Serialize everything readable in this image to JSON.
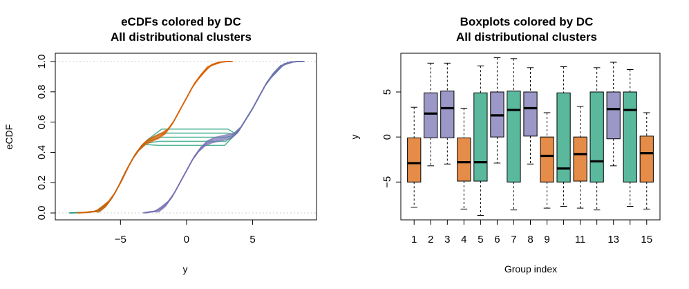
{
  "colors": {
    "orange": "#D95F02",
    "green": "#1B9E77",
    "purple": "#7570B3",
    "grid": "#cccccc"
  },
  "chart_data": [
    {
      "type": "line",
      "title": "eCDFs colored by DC",
      "subtitle": "All distributional clusters",
      "xlabel": "y",
      "ylabel": "eCDF",
      "xlim": [
        -9.2,
        9.1
      ],
      "ylim": [
        0,
        1
      ],
      "xticks": [
        -5,
        0,
        5
      ],
      "xtick_labels": [
        "−5",
        "0",
        "5"
      ],
      "yticks": [
        0.0,
        0.2,
        0.4,
        0.6,
        0.8,
        1.0
      ],
      "ytick_labels": [
        "0.0",
        "0.2",
        "0.4",
        "0.6",
        "0.8",
        "1.0"
      ],
      "grid": "horizontal dotted at 0 and 1",
      "series": [
        {
          "cluster": "orange",
          "color": "#D95F02",
          "lines": 5,
          "x": [
            -8.2,
            -7.5,
            -7,
            -6.5,
            -6,
            -5.5,
            -5,
            -4.5,
            -4,
            -3.5,
            -3,
            -2.5,
            -2,
            -1.5,
            -1,
            -0.5,
            0,
            0.5,
            1,
            1.5,
            2,
            2.5,
            3,
            3.4
          ],
          "y": [
            0,
            0.004,
            0.01,
            0.025,
            0.06,
            0.12,
            0.2,
            0.29,
            0.37,
            0.43,
            0.47,
            0.49,
            0.51,
            0.54,
            0.6,
            0.68,
            0.76,
            0.84,
            0.9,
            0.95,
            0.98,
            0.995,
            1,
            1
          ]
        },
        {
          "cluster": "green",
          "color": "#1B9E77",
          "lines": 5,
          "x": [
            -8.8,
            -7.5,
            -7,
            -6.5,
            -6,
            -5.5,
            -5,
            -4.5,
            -4,
            -3.5,
            -3,
            -2,
            0,
            2,
            3,
            3.5,
            4,
            4.5,
            5,
            5.5,
            6,
            6.5,
            7,
            7.5,
            8,
            8.5,
            8.8
          ],
          "y": [
            0,
            0.004,
            0.01,
            0.025,
            0.06,
            0.12,
            0.2,
            0.29,
            0.37,
            0.43,
            0.47,
            0.5,
            0.5,
            0.5,
            0.5,
            0.51,
            0.55,
            0.62,
            0.69,
            0.77,
            0.85,
            0.91,
            0.955,
            0.985,
            0.998,
            1,
            1
          ]
        },
        {
          "cluster": "purple",
          "color": "#7570B3",
          "lines": 5,
          "x": [
            -3.2,
            -3,
            -2.5,
            -2,
            -1.5,
            -1,
            -0.5,
            0,
            0.5,
            1,
            1.5,
            2,
            2.5,
            3,
            3.5,
            4,
            4.5,
            5,
            5.5,
            6,
            6.5,
            7,
            7.5,
            8,
            8.5,
            8.8
          ],
          "y": [
            0,
            0.003,
            0.01,
            0.025,
            0.06,
            0.12,
            0.2,
            0.28,
            0.36,
            0.42,
            0.46,
            0.48,
            0.49,
            0.5,
            0.51,
            0.55,
            0.62,
            0.69,
            0.77,
            0.85,
            0.91,
            0.955,
            0.985,
            0.998,
            1,
            1
          ]
        }
      ]
    },
    {
      "type": "boxplot",
      "title": "Boxplots colored by DC",
      "subtitle": "All distributional clusters",
      "xlabel": "Group index",
      "ylabel": "y",
      "ylim": [
        -9.2,
        9.3
      ],
      "yticks": [
        -5,
        0,
        5
      ],
      "ytick_labels": [
        "−5",
        "0",
        "5"
      ],
      "xtick_labels": [
        "1",
        "2",
        "3",
        "4",
        "5",
        "6",
        "7",
        "8",
        "9",
        "",
        "11",
        "",
        "13",
        "",
        "15"
      ],
      "groups": [
        {
          "index": 1,
          "cluster": "orange",
          "min": -7.8,
          "q1": -5.0,
          "median": -2.9,
          "q3": -0.1,
          "max": 3.3
        },
        {
          "index": 2,
          "cluster": "purple",
          "min": -3.2,
          "q1": -0.1,
          "median": 2.6,
          "q3": 4.9,
          "max": 8.2
        },
        {
          "index": 3,
          "cluster": "purple",
          "min": -3.0,
          "q1": -0.1,
          "median": 3.2,
          "q3": 5.1,
          "max": 8.2
        },
        {
          "index": 4,
          "cluster": "orange",
          "min": -8.0,
          "q1": -4.9,
          "median": -2.8,
          "q3": -0.1,
          "max": 3.2
        },
        {
          "index": 5,
          "cluster": "green",
          "min": -8.7,
          "q1": -4.9,
          "median": -2.8,
          "q3": 4.9,
          "max": 7.9
        },
        {
          "index": 6,
          "cluster": "purple",
          "min": -2.9,
          "q1": 0.0,
          "median": 2.4,
          "q3": 5.0,
          "max": 8.8
        },
        {
          "index": 7,
          "cluster": "green",
          "min": -8.1,
          "q1": -5.0,
          "median": 3.0,
          "q3": 5.1,
          "max": 8.7
        },
        {
          "index": 8,
          "cluster": "purple",
          "min": -3.0,
          "q1": 0.1,
          "median": 3.2,
          "q3": 5.0,
          "max": 7.7
        },
        {
          "index": 9,
          "cluster": "orange",
          "min": -7.9,
          "q1": -5.0,
          "median": -2.1,
          "q3": 0.0,
          "max": 2.7
        },
        {
          "index": 10,
          "cluster": "green",
          "min": -7.7,
          "q1": -5.0,
          "median": -3.5,
          "q3": 4.9,
          "max": 7.8
        },
        {
          "index": 11,
          "cluster": "orange",
          "min": -7.9,
          "q1": -4.9,
          "median": -1.9,
          "q3": 0.0,
          "max": 3.4
        },
        {
          "index": 12,
          "cluster": "green",
          "min": -8.1,
          "q1": -5.0,
          "median": -2.7,
          "q3": 5.0,
          "max": 7.7
        },
        {
          "index": 13,
          "cluster": "purple",
          "min": -3.2,
          "q1": -0.2,
          "median": 3.1,
          "q3": 5.0,
          "max": 8.3
        },
        {
          "index": 14,
          "cluster": "green",
          "min": -7.7,
          "q1": -5.0,
          "median": 3.0,
          "q3": 5.0,
          "max": 7.5
        },
        {
          "index": 15,
          "cluster": "orange",
          "min": -8.0,
          "q1": -5.0,
          "median": -1.8,
          "q3": 0.1,
          "max": 2.7
        }
      ]
    }
  ]
}
